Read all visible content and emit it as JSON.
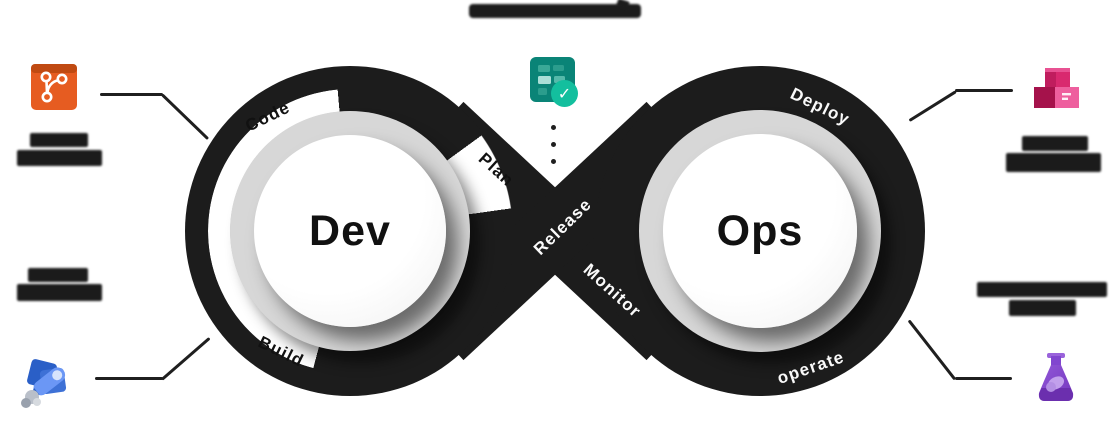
{
  "diagram": {
    "title": {
      "redacted": true
    },
    "left_loop": {
      "label": "Dev",
      "stages": {
        "code": "Code",
        "plan": "Plan",
        "build": "Build"
      }
    },
    "right_loop": {
      "label": "Ops",
      "stages": {
        "deploy": "Deploy",
        "operate": "operate"
      }
    },
    "crossing": {
      "stages": {
        "release": "Release",
        "monitor": "Monitor"
      }
    },
    "check_glyph": "✓"
  },
  "side_icons": {
    "top_left": {
      "icon": "git-branch-box-icon",
      "color": "#e65c21",
      "label_redacted": true
    },
    "bottom_left": {
      "icon": "rocket-icon",
      "color": "#4a7de0",
      "label_redacted": true
    },
    "top_center": {
      "icon": "task-board-check-icon",
      "color": "#0a8477",
      "badge_color": "#13bf9e"
    },
    "top_right": {
      "icon": "package-boxes-icon",
      "color": "#d9296f",
      "label_redacted": true
    },
    "bottom_right": {
      "icon": "lab-flask-icon",
      "color": "#8146cf",
      "label_redacted": true
    }
  },
  "colors": {
    "loop_band": "#1c1c1c",
    "gray_ring": "#d7d7d7",
    "background": "#ffffff",
    "black_label": "#111111",
    "white_label": "#fafafa"
  }
}
